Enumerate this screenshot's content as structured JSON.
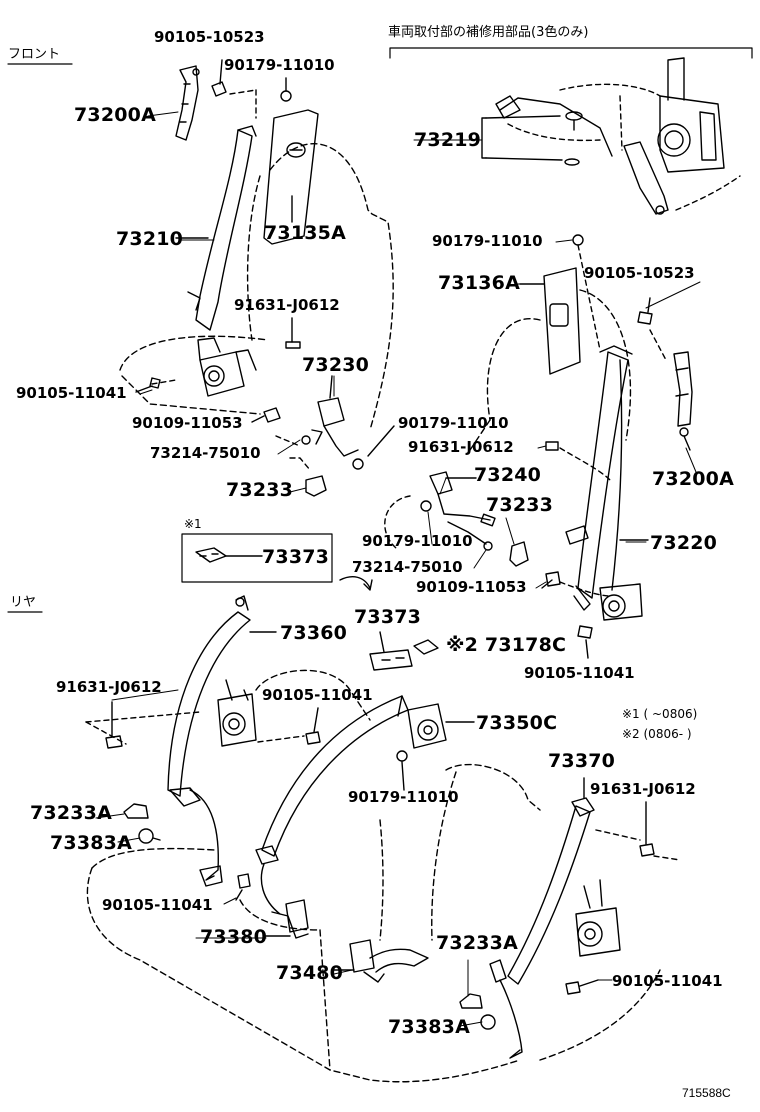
{
  "sections": {
    "front": "フロント",
    "rear": "リヤ",
    "repair_parts": "車両取付部の補修用部品(3色のみ)"
  },
  "markers": {
    "m1": "※1"
  },
  "notes": {
    "n1": "※1 (      ~0806)",
    "n2": "※2 (0806-      )"
  },
  "parts": {
    "p90105_10523_a": "90105-10523",
    "p90179_11010_a": "90179-11010",
    "p73200A_a": "73200A",
    "p73219": "73219",
    "p73135A": "73135A",
    "p73210": "73210",
    "p90179_11010_b": "90179-11010",
    "p73136A": "73136A",
    "p90105_10523_b": "90105-10523",
    "p91631_J0612_a": "91631-J0612",
    "p73230": "73230",
    "p90105_11041_a": "90105-11041",
    "p90109_11053_a": "90109-11053",
    "p90179_11010_c": "90179-11010",
    "p91631_J0612_b": "91631-J0612",
    "p73214_75010_a": "73214-75010",
    "p73200A_b": "73200A",
    "p73240": "73240",
    "p73233_a": "73233",
    "p73233_b": "73233",
    "p73373_a": "73373",
    "p90179_11010_d": "90179-11010",
    "p73220": "73220",
    "p73214_75010_b": "73214-75010",
    "p90109_11053_b": "90109-11053",
    "p73373_b": "73373",
    "p73360": "73360",
    "p73178C": "※2 73178C",
    "p91631_J0612_c": "91631-J0612",
    "p90105_11041_b": "90105-11041",
    "p90105_11041_c": "90105-11041",
    "p73350C": "73350C",
    "p73370": "73370",
    "p90179_11010_e": "90179-11010",
    "p91631_J0612_d": "91631-J0612",
    "p73233A_a": "73233A",
    "p73383A_a": "73383A",
    "p90105_11041_d": "90105-11041",
    "p73380": "73380",
    "p73233A_b": "73233A",
    "p73480": "73480",
    "p90105_11041_e": "90105-11041",
    "p73383A_b": "73383A"
  },
  "diagram_code": "715588C"
}
